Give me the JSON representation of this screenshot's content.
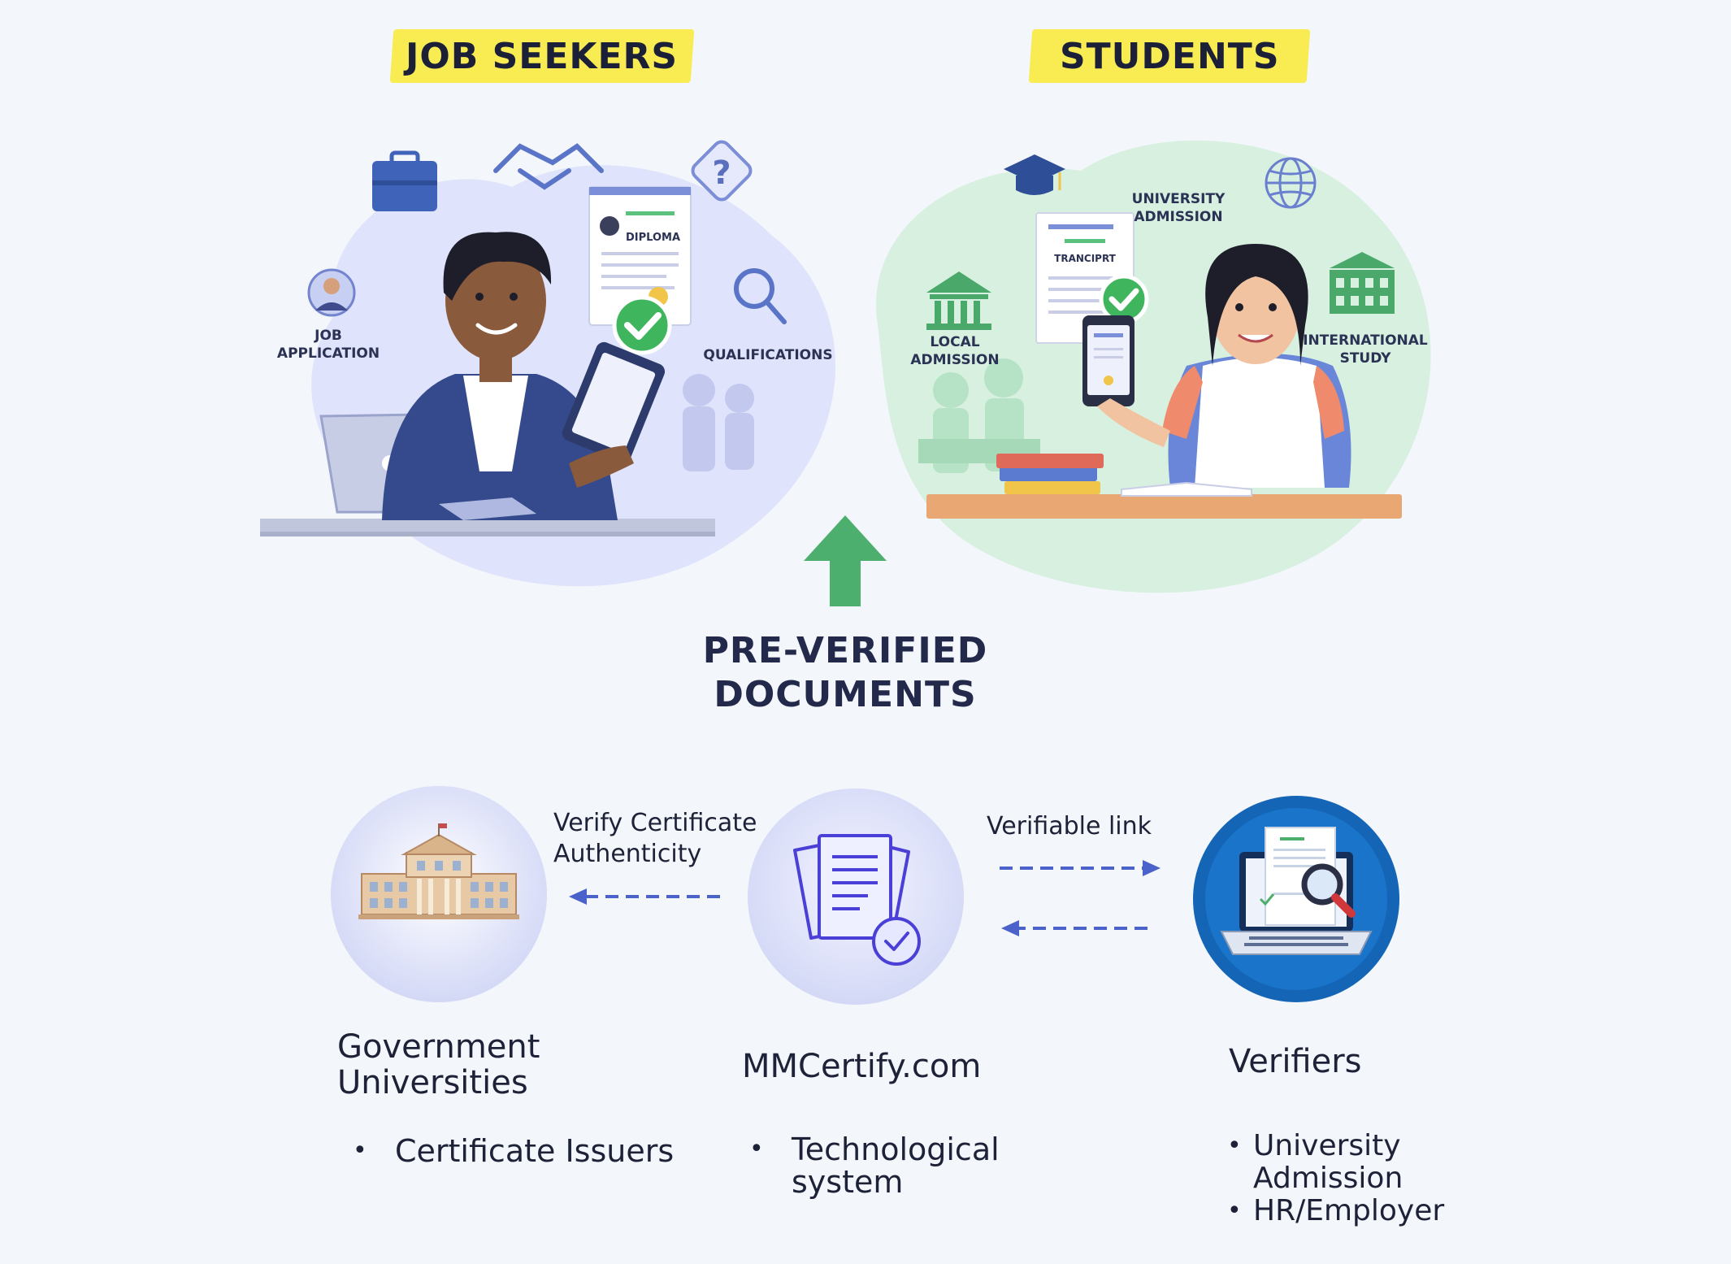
{
  "top": {
    "job_seekers": {
      "heading": "JOB SEEKERS",
      "labels": {
        "job_application": [
          "JOB",
          "APPLICATION"
        ],
        "qualifications": "QUALIFICATIONS",
        "diploma": "DIPLOMA"
      }
    },
    "students": {
      "heading": "STUDENTS",
      "labels": {
        "university_admission": [
          "UNIVERSITY",
          "ADMISSION"
        ],
        "local_admission": [
          "LOCAL",
          "ADMISSION"
        ],
        "international_study": [
          "INTERNATIONAL",
          "STUDY"
        ],
        "transcript": "TRANCIPRT"
      }
    }
  },
  "center": {
    "title_lines": [
      "PRE-VERIFIED",
      "DOCUMENTS"
    ],
    "arrow_color": "#4caf6e"
  },
  "flow": {
    "edge_verify_lines": [
      "Verify Certificate",
      "Authenticity"
    ],
    "edge_link": "Verifiable link",
    "edge_color": "#4a62c9",
    "nodes": {
      "universities": {
        "title_lines": [
          "Government",
          "Universities"
        ],
        "bullets": [
          "Certificate Issuers"
        ]
      },
      "mmcertify": {
        "title": "MMCertify.com",
        "bullets": [
          [
            "Technological",
            "system"
          ]
        ]
      },
      "verifiers": {
        "title": "Verifiers",
        "bullets": [
          [
            "University",
            "Admission"
          ],
          [
            "HR/Employer"
          ]
        ]
      }
    }
  },
  "colors": {
    "accent_yellow": "#f9ec53",
    "job_blob": "#dfe3fb",
    "student_blob": "#d7f0e0",
    "node_circle": "#dfe3f8",
    "verifier_circle": "#1565b7"
  }
}
